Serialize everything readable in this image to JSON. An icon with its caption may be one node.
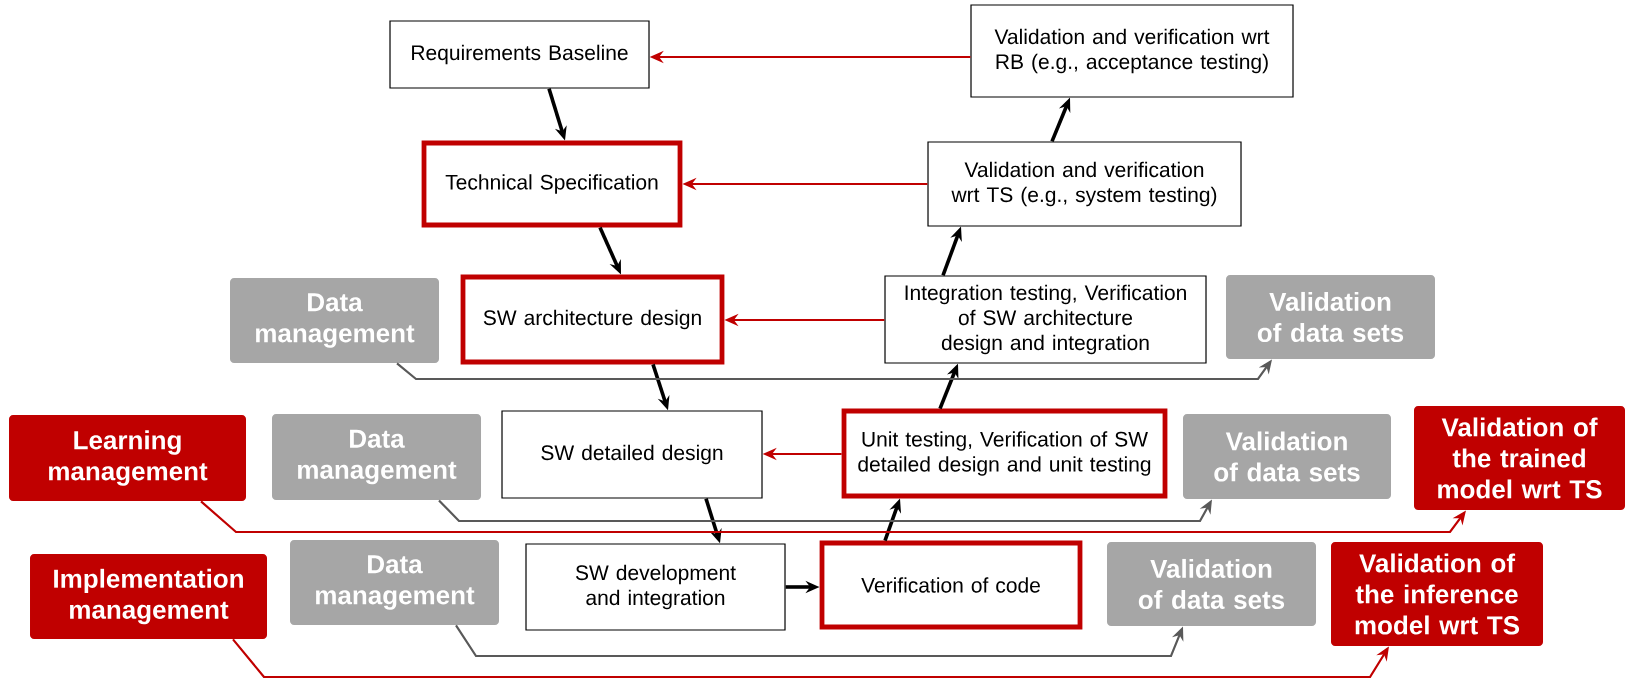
{
  "diagram": {
    "nodes": [
      {
        "text": [
          "Requirements Baseline"
        ]
      },
      {
        "text": [
          "Validation and verification wrt RB (e.g., acceptance testing)"
        ]
      },
      {
        "text": [
          "Technical Specification"
        ]
      },
      {
        "text": [
          "Validation and verification wrt TS (e.g., system testing)"
        ]
      },
      {
        "text": [
          "Data management"
        ]
      },
      {
        "text": [
          "SW architecture design"
        ]
      },
      {
        "text": [
          "Integration testing, Verification of SW architecture design and integration"
        ]
      },
      {
        "text": [
          "Validation of data sets"
        ]
      },
      {
        "text": [
          "Learning management"
        ]
      },
      {
        "text": [
          "Data management"
        ]
      },
      {
        "text": [
          "SW detailed design"
        ]
      },
      {
        "text": [
          "Unit testing, Verification of SW detailed design and unit testing"
        ]
      },
      {
        "text": [
          "Validation of data sets"
        ]
      },
      {
        "text": [
          "Validation of the trained model wrt TS"
        ]
      },
      {
        "text": [
          "Implementation management"
        ]
      },
      {
        "text": [
          "Data management"
        ]
      },
      {
        "text": [
          "SW development and integration"
        ]
      },
      {
        "text": [
          "Verification of code"
        ]
      },
      {
        "text": [
          "Validation of data sets"
        ]
      },
      {
        "text": [
          "Validation of the inference model wrt TS"
        ]
      }
    ],
    "edges": [
      {
        "from": 0,
        "to": 2,
        "arrow": "to"
      },
      {
        "from": 2,
        "to": 5,
        "arrow": "to"
      },
      {
        "from": 5,
        "to": 10,
        "arrow": "to"
      },
      {
        "from": 10,
        "to": 16,
        "arrow": "to"
      },
      {
        "from": 16,
        "to": 17,
        "arrow": "to"
      },
      {
        "from": 17,
        "to": 11,
        "arrow": "to"
      },
      {
        "from": 11,
        "to": 6,
        "arrow": "to"
      },
      {
        "from": 6,
        "to": 3,
        "arrow": "to"
      },
      {
        "from": 3,
        "to": 1,
        "arrow": "to"
      },
      {
        "from": 1,
        "to": 0,
        "arrow": "to",
        "color": "#c00000"
      },
      {
        "from": 3,
        "to": 2,
        "arrow": "to",
        "color": "#c00000"
      },
      {
        "from": 6,
        "to": 5,
        "arrow": "to",
        "color": "#c00000"
      },
      {
        "from": 11,
        "to": 10,
        "arrow": "to",
        "color": "#c00000"
      },
      {
        "from": 4,
        "to": 7,
        "arrow": "to",
        "color": "#595959"
      },
      {
        "from": 9,
        "to": 12,
        "arrow": "to",
        "color": "#595959"
      },
      {
        "from": 15,
        "to": 18,
        "arrow": "to",
        "color": "#595959"
      },
      {
        "from": 8,
        "to": 13,
        "arrow": "to",
        "color": "#c00000"
      },
      {
        "from": 14,
        "to": 19,
        "arrow": "to",
        "color": "#c00000"
      }
    ]
  }
}
